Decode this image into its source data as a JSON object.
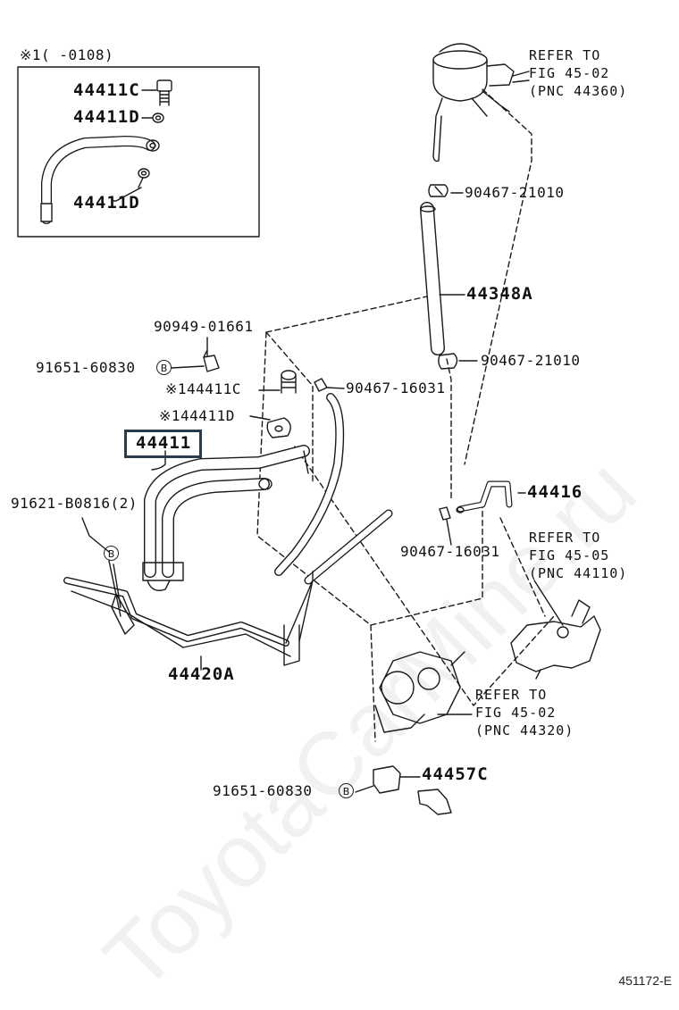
{
  "labels": {
    "inset_note": "※1(   -0108)",
    "inset_44411c": "44411C",
    "inset_44411d_top": "44411D",
    "inset_44411d_bottom": "44411D",
    "refer_reservoir": [
      "REFER TO",
      "FIG 45-02",
      "(PNC 44360)"
    ],
    "clamp_top": "90467-21010",
    "hose_return": "44348A",
    "clamp_mid": "90467-21010",
    "bolt_top": "90949-01661",
    "bolt_left": "91651-60830",
    "union_bolt": "※144411C",
    "gasket": "※144411D",
    "clip_right": "90467-16031",
    "pressure_hose": "44411",
    "bolt_b0816": "91621-B0816(2)",
    "tube_44416": "44416",
    "clip_lower": "90467-16031",
    "refer_pump": [
      "REFER TO",
      "FIG 45-05",
      "(PNC 44110)"
    ],
    "tube_44420a": "44420A",
    "refer_gear": [
      "REFER TO",
      "FIG 45-02",
      "(PNC 44320)"
    ],
    "bracket_44457c": "44457C",
    "bolt_bottom": "91651-60830",
    "circle_b": "B",
    "figure_id": "451172-E"
  },
  "watermark": "ToyotaCarMine.ru"
}
